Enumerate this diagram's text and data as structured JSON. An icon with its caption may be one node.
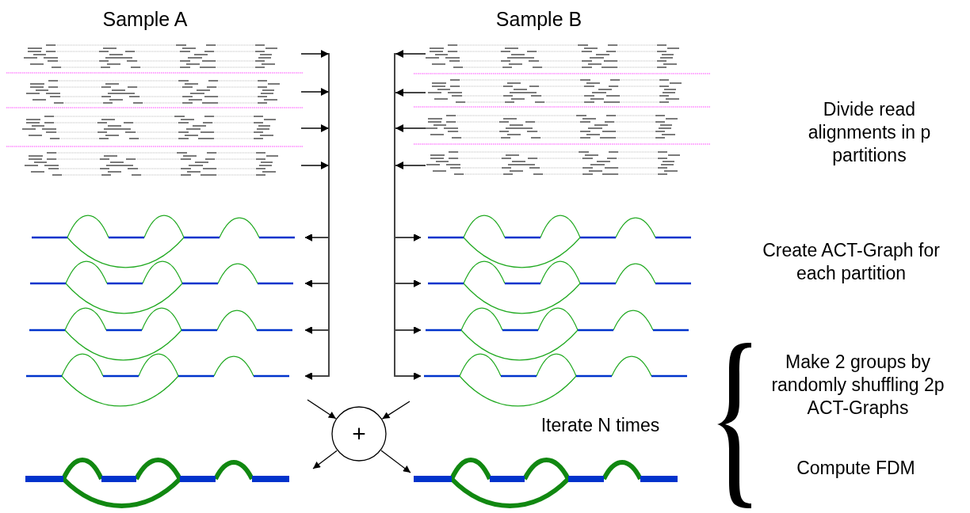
{
  "diagram": {
    "nodes": [
      {
        "text": [],
        "shape": "picture"
      },
      {
        "text": [],
        "shape": "picture"
      },
      {
        "text": [],
        "shape": "picture"
      },
      {
        "text": [],
        "shape": "picture"
      },
      {
        "text": [],
        "shape": "picture"
      },
      {
        "text": [],
        "shape": "picture"
      },
      {
        "text": [],
        "shape": "picture"
      },
      {
        "text": [],
        "shape": "picture"
      },
      {
        "text": [],
        "shape": "picture"
      },
      {
        "text": [],
        "shape": "picture"
      },
      {
        "text": [],
        "shape": "picture"
      },
      {
        "text": [],
        "shape": "picture"
      },
      {
        "text": [],
        "shape": "picture"
      },
      {
        "text": [],
        "shape": "picture"
      },
      {
        "text": [],
        "shape": "picture"
      },
      {
        "text": [],
        "shape": "picture"
      },
      {
        "text": [
          "+"
        ]
      },
      {
        "text": [],
        "shape": "picture"
      },
      {
        "text": [],
        "shape": "picture"
      },
      {
        "text": [],
        "shape": "brace"
      }
    ],
    "edges": [
      {
        "from": 0,
        "to": 8,
        "arrow": "to"
      },
      {
        "from": 0,
        "to": 9,
        "arrow": "to"
      },
      {
        "from": 0,
        "to": 10,
        "arrow": "to"
      },
      {
        "from": 0,
        "to": 11,
        "arrow": "to"
      },
      {
        "from": 1,
        "to": 8,
        "arrow": "to"
      },
      {
        "from": 1,
        "to": 9,
        "arrow": "to"
      },
      {
        "from": 1,
        "to": 10,
        "arrow": "to"
      },
      {
        "from": 1,
        "to": 11,
        "arrow": "to"
      },
      {
        "from": 2,
        "to": 8,
        "arrow": "to"
      },
      {
        "from": 2,
        "to": 9,
        "arrow": "to"
      },
      {
        "from": 2,
        "to": 10,
        "arrow": "to"
      },
      {
        "from": 2,
        "to": 11,
        "arrow": "to"
      },
      {
        "from": 3,
        "to": 8,
        "arrow": "to"
      },
      {
        "from": 3,
        "to": 9,
        "arrow": "to"
      },
      {
        "from": 3,
        "to": 10,
        "arrow": "to"
      },
      {
        "from": 3,
        "to": 11,
        "arrow": "to"
      },
      {
        "from": 4,
        "to": 12,
        "arrow": "to"
      },
      {
        "from": 4,
        "to": 13,
        "arrow": "to"
      },
      {
        "from": 4,
        "to": 14,
        "arrow": "to"
      },
      {
        "from": 4,
        "to": 15,
        "arrow": "to"
      },
      {
        "from": 5,
        "to": 12,
        "arrow": "to"
      },
      {
        "from": 5,
        "to": 13,
        "arrow": "to"
      },
      {
        "from": 5,
        "to": 14,
        "arrow": "to"
      },
      {
        "from": 5,
        "to": 15,
        "arrow": "to"
      },
      {
        "from": 6,
        "to": 12,
        "arrow": "to"
      },
      {
        "from": 6,
        "to": 13,
        "arrow": "to"
      },
      {
        "from": 6,
        "to": 14,
        "arrow": "to"
      },
      {
        "from": 6,
        "to": 15,
        "arrow": "to"
      },
      {
        "from": 7,
        "to": 12,
        "arrow": "to"
      },
      {
        "from": 7,
        "to": 13,
        "arrow": "to"
      },
      {
        "from": 7,
        "to": 14,
        "arrow": "to"
      },
      {
        "from": 7,
        "to": 15,
        "arrow": "to"
      },
      {
        "from": null,
        "to": 16,
        "arrow": "to"
      },
      {
        "from": null,
        "to": 16,
        "arrow": "to"
      },
      {
        "from": 16,
        "to": 17,
        "arrow": "to"
      },
      {
        "from": 16,
        "to": 18,
        "arrow": "to"
      }
    ],
    "labels": [
      "Sample A",
      "Sample B",
      "Divide read alignments in p partitions",
      "Create ACT-Graph for each partition",
      "Make 2 groups by randomly shuffling 2p ACT-Graphs",
      "Iterate N times",
      "Compute FDM"
    ]
  }
}
